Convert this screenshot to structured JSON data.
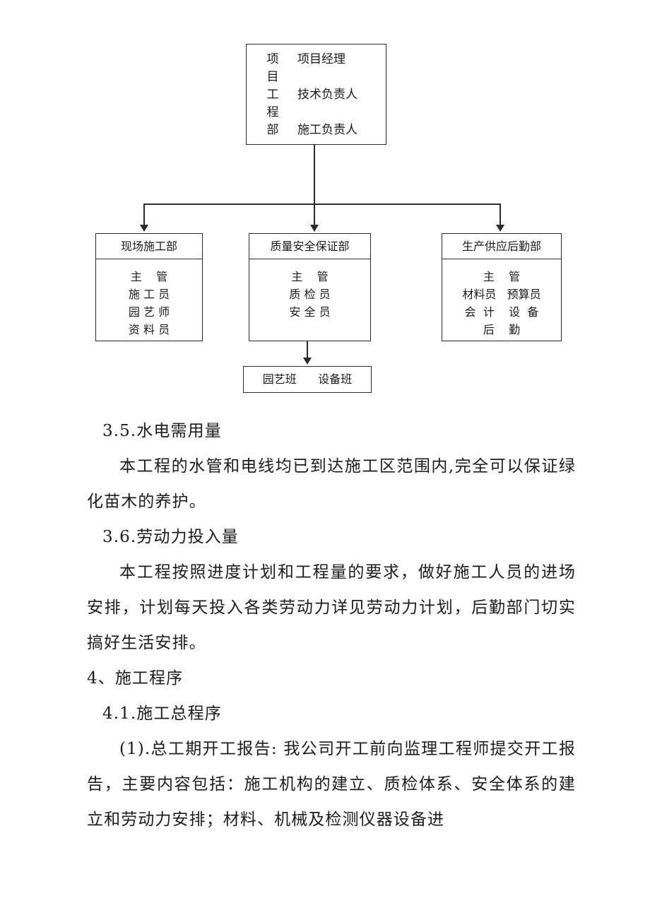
{
  "org_chart": {
    "top_node": {
      "vertical_label": [
        "项",
        "目",
        "工",
        "程",
        "部"
      ],
      "roles": [
        "项目经理",
        "技术负责人",
        "施工负责人"
      ]
    },
    "departments": [
      {
        "title": "现场施工部",
        "members": [
          "主    管",
          "施 工 员",
          "园 艺 师",
          "资 料 员"
        ]
      },
      {
        "title": "质量安全保证部",
        "members": [
          "主    管",
          "质 检 员",
          "安 全 员"
        ]
      },
      {
        "title": "生产供应后勤部",
        "members": [
          "主    管",
          "材料员   预算员",
          "会  计    设  备",
          "后    勤"
        ]
      }
    ],
    "teams_node": "园艺班      设备班"
  },
  "sections": [
    {
      "id": "sec-3-5-heading",
      "text": "3.5.水电需用量"
    },
    {
      "id": "sec-3-5-body",
      "text": "本工程的水管和电线均已到达施工区范围内,完全可以保证绿化苗木的养护。"
    },
    {
      "id": "sec-3-6-heading",
      "text": "3.6.劳动力投入量"
    },
    {
      "id": "sec-3-6-body",
      "text": "本工程按照进度计划和工程量的要求，做好施工人员的进场安排，计划每天投入各类劳动力详见劳动力计划，后勤部门切实搞好生活安排。"
    },
    {
      "id": "sec-4-heading",
      "text": "4、施工程序"
    },
    {
      "id": "sec-4-1-heading",
      "text": "4.1.施工总程序"
    },
    {
      "id": "sec-4-1-item-1",
      "text": "(1).总工期开工报告: 我公司开工前向监理工程师提交开工报告，主要内容包括：施工机构的建立、质检体系、安全体系的建立和劳动力安排；材料、机械及检测仪器设备进"
    }
  ]
}
